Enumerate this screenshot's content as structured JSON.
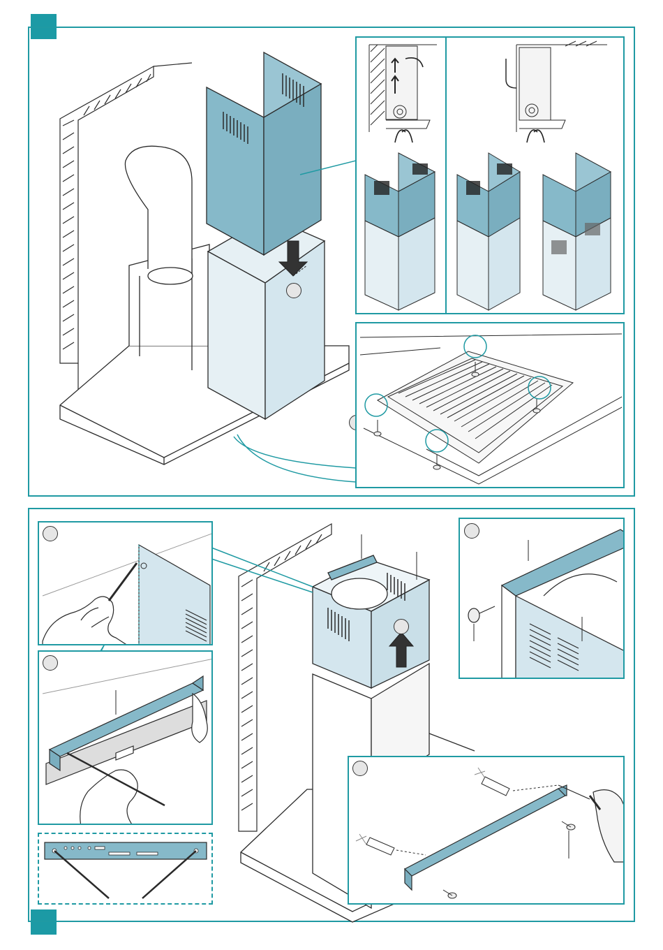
{
  "colors": {
    "accent": "#1f9aa3",
    "chimney_blue": "#86b9c9",
    "chimney_light": "#d4e6ee",
    "chimney_pale": "#e6f0f4",
    "line": "#2a2a2a",
    "marker_square": "#1c9aa5"
  },
  "icons": [
    "corner-marker-square",
    "step-circle",
    "down-arrow-icon",
    "up-arrow-icon",
    "screw-icon",
    "wall-plug-icon",
    "drill-icon",
    "pencil-icon",
    "hand-icon",
    "spirit-level-icon",
    "airflow-arrow-icon"
  ],
  "figure": {
    "top_section": {
      "insets": [
        "extraction-mode",
        "recirculation-mode",
        "chimney-vent-options",
        "filter-screw-detail"
      ]
    },
    "bottom_section": {
      "insets": [
        "mark-hole-detail",
        "bracket-level-detail",
        "bracket-marking-detail",
        "bracket-screw-detail",
        "bracket-mounting-detail"
      ]
    }
  }
}
